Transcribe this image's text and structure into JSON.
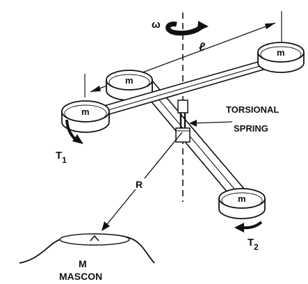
{
  "labels": {
    "omega": "ω",
    "length": "ℓ",
    "mass": "m",
    "torsional": "TORSIONAL",
    "spring": "SPRING",
    "t1": "T",
    "t1_sub": "1",
    "t2": "T",
    "t2_sub": "2",
    "radius": "R",
    "mascon_mass": "M",
    "mascon": "MASCON"
  },
  "colors": {
    "ink": "#111111",
    "paper": "#ffffff"
  }
}
